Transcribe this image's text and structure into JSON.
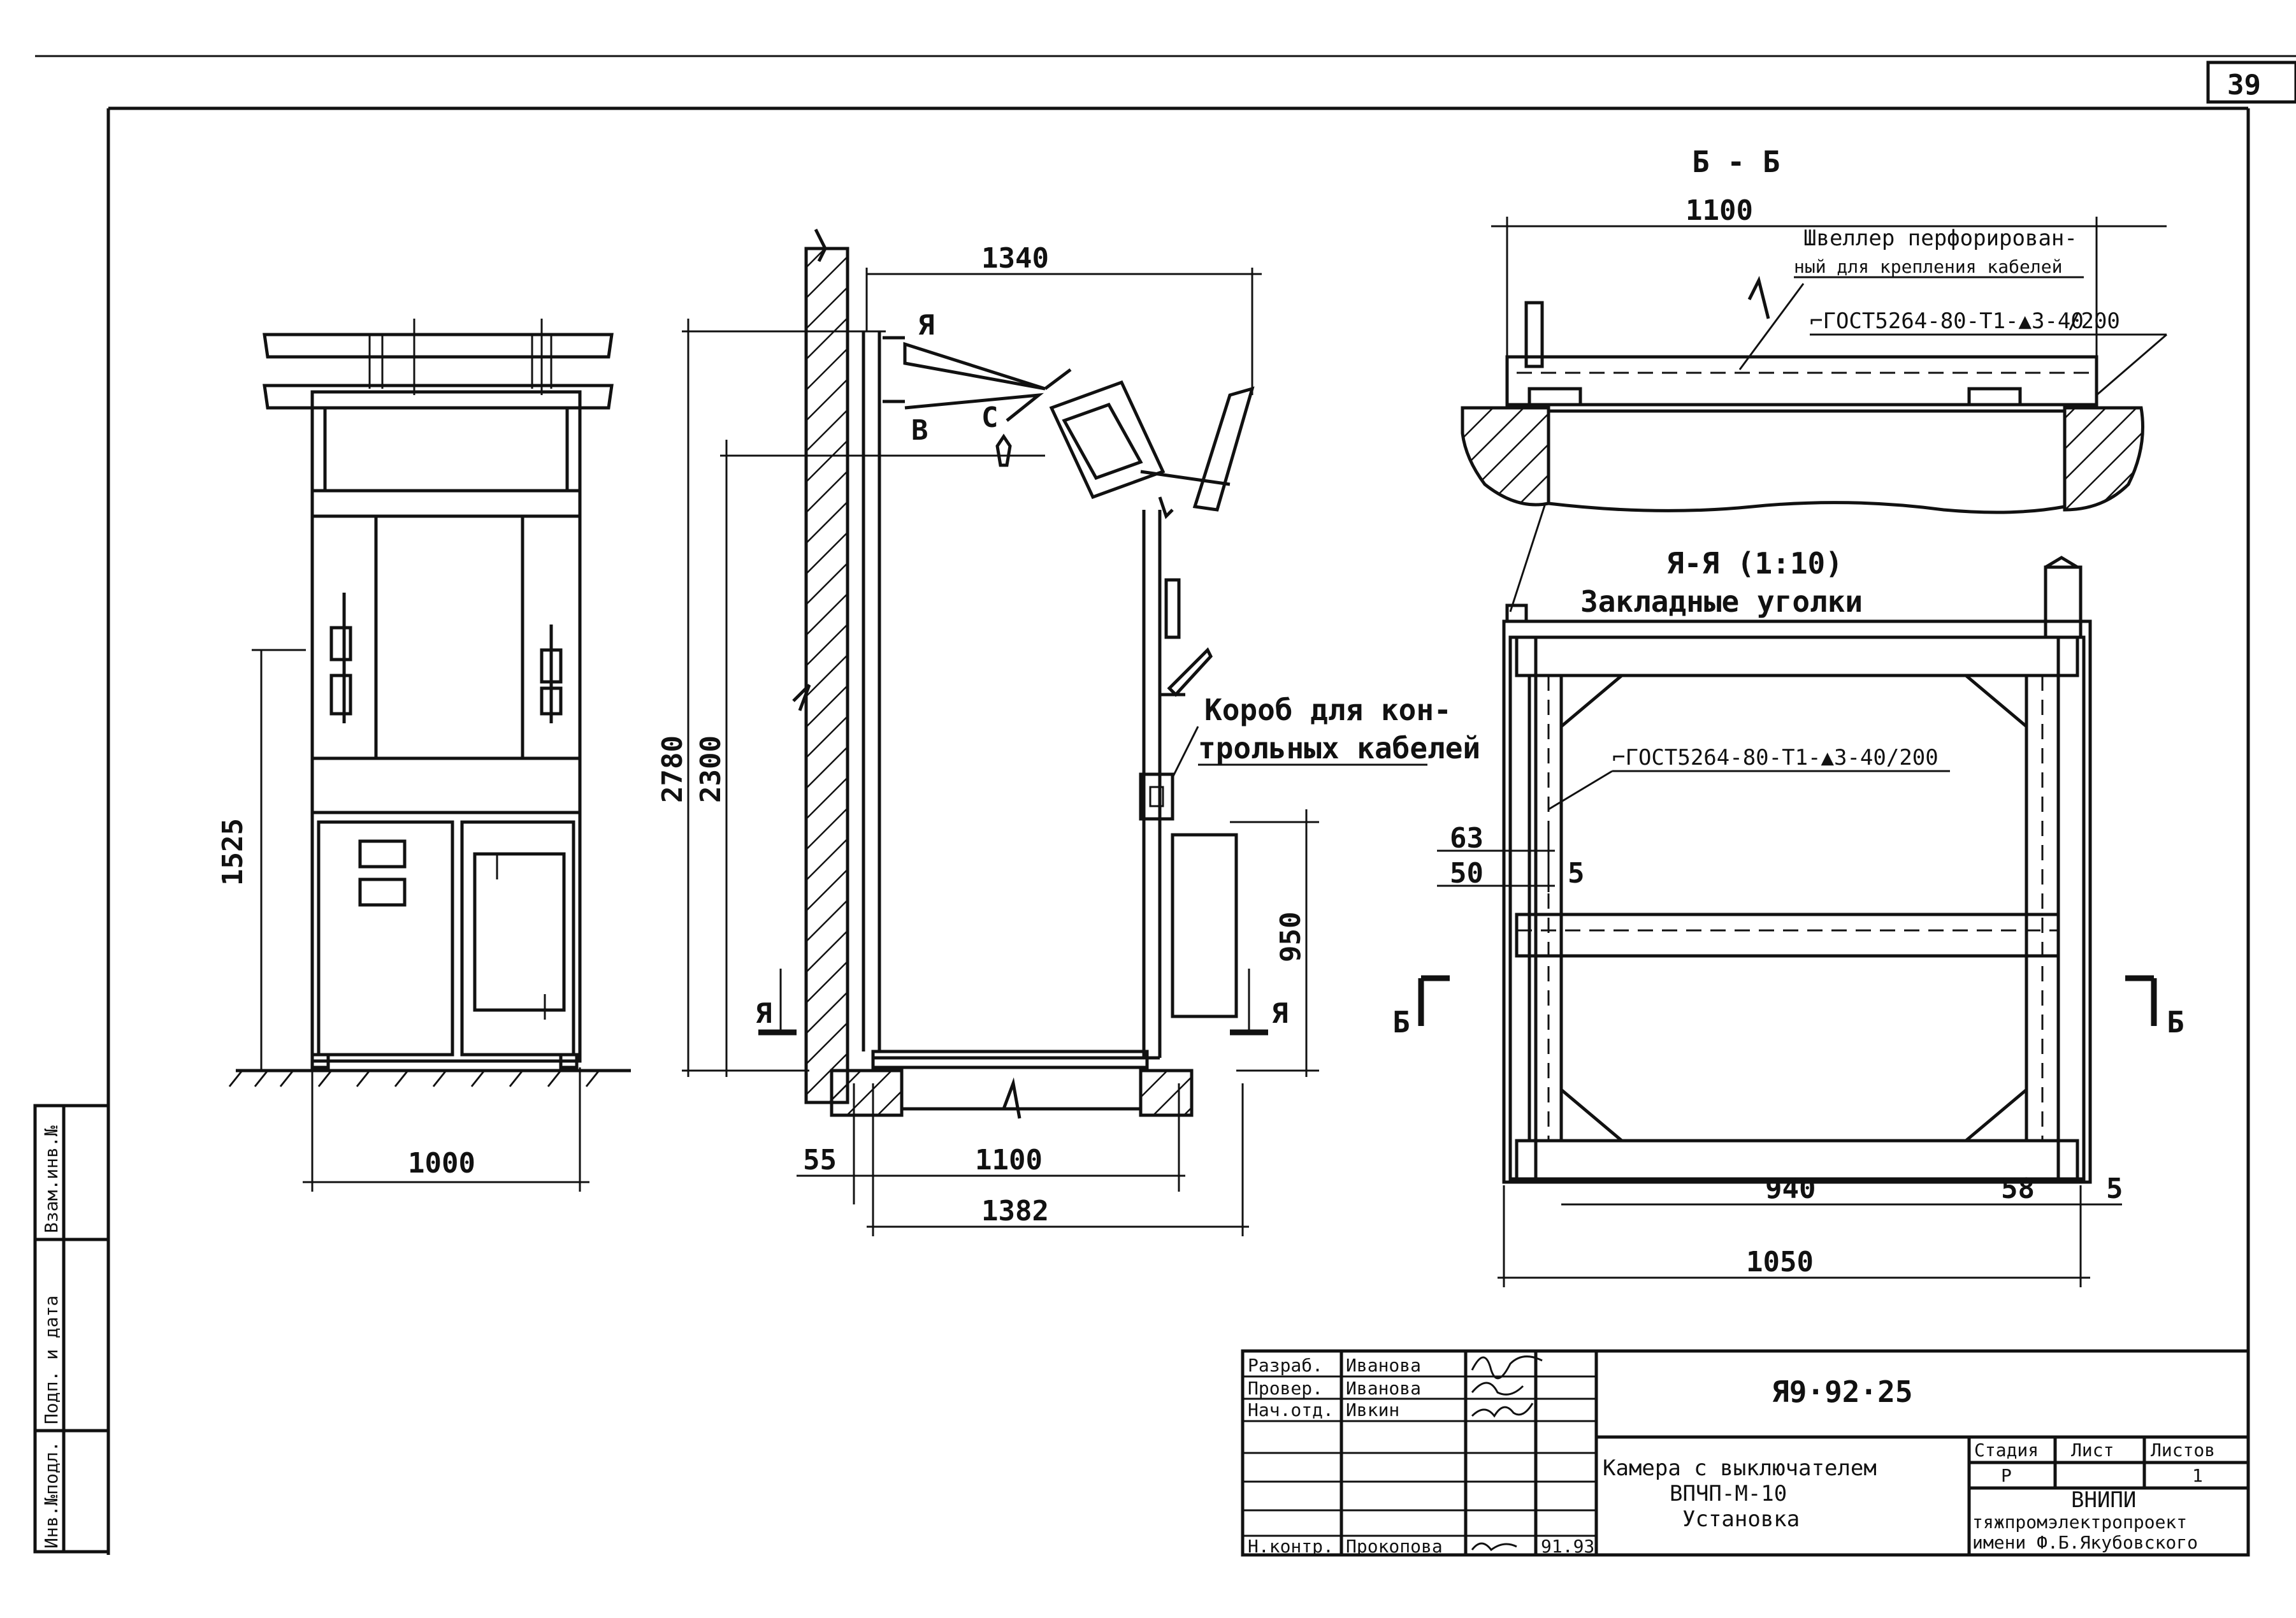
{
  "sheet_number": "39",
  "left_margin_stamps": [
    "Инв.№подл.",
    "Подп. и дата",
    "Взам.инв.№"
  ],
  "views": {
    "front": {
      "dims": {
        "width": "1000",
        "height": "1525"
      }
    },
    "side": {
      "dims": {
        "top": "1340",
        "overall_height": "2780",
        "height": "2300",
        "right_height": "950",
        "wall": "55",
        "width": "1100",
        "total_width": "1382"
      },
      "markers": {
        "a": "Я",
        "b": "В",
        "c": "С"
      },
      "section_mark": "Я",
      "note": [
        "Короб для кон-",
        "трольных кабелей"
      ]
    },
    "section_bb": {
      "title": "Б - Б",
      "dims": {
        "width": "1100"
      },
      "note": [
        "Швеллер перфорирован-",
        "ный для крепления кабелей"
      ],
      "spec": "⌐ГОСТ5264-80-Т1-▲3-40",
      "spec_pitch": "/200",
      "section_mark": "Б"
    },
    "section_aa": {
      "title": "Я-Я (1:10)",
      "subtitle": "Закладные уголки",
      "spec": "⌐ГОСТ5264-80-Т1-▲3-40/200",
      "dims": {
        "d63": "63",
        "d50": "50",
        "d5a": "5",
        "d940": "940",
        "d58": "58",
        "d5b": "5",
        "d1050": "1050"
      }
    }
  },
  "title_block": {
    "rows": [
      {
        "role": "Разраб.",
        "name": "Иванова"
      },
      {
        "role": "Провер.",
        "name": "Иванова"
      },
      {
        "role": "Нач.отд.",
        "name": "Ивкин"
      },
      {
        "role": "Н.контр.",
        "name": "Прокопова"
      }
    ],
    "date": "91.93",
    "doc_code": "Я9·92·25",
    "title_lines": [
      "Камера с выключателем",
      "ВПЧП-М-10",
      "Установка"
    ],
    "stage_header": "Стадия",
    "sheet_header": "Лист",
    "sheets_header": "Листов",
    "stage_value": "Р",
    "sheets_value": "1",
    "org_lines": [
      "ВНИПИ",
      "тяжпромэлектропроект",
      "имени Ф.Б.Якубовского"
    ]
  }
}
